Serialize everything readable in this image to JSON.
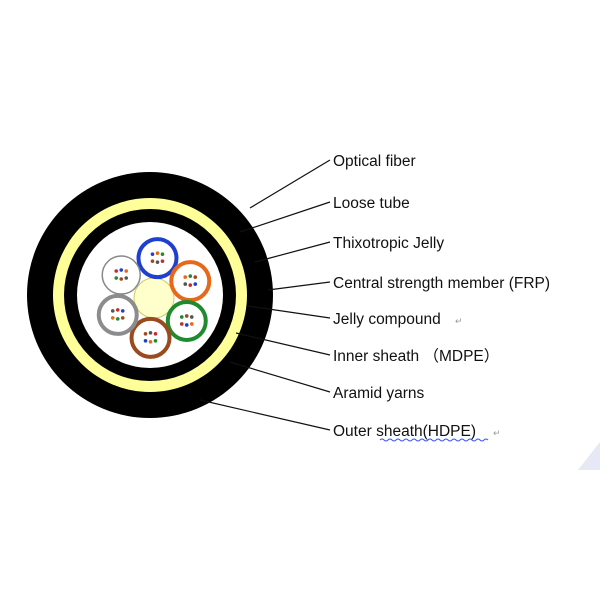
{
  "labels": {
    "optical_fiber": "Optical fiber",
    "loose_tube": "Loose tube",
    "thixotropic_jelly": "Thixotropic Jelly",
    "central_strength_member": "Central strength member (FRP)",
    "jelly_compound": "Jelly compound",
    "inner_sheath": "Inner sheath （MDPE）",
    "aramid_yarns": "Aramid yarns",
    "outer_sheath_prefix": "Outer ",
    "outer_sheath_underlined": "sheath(HDPE",
    "outer_sheath_suffix": ")"
  },
  "colors": {
    "sheath": "#000000",
    "aramid": "#ffff99",
    "jelly_fill": "#ffffff",
    "frp": "#ffffcc",
    "tube_blue": "#1f3fd0",
    "tube_orange": "#e8681a",
    "tube_green": "#1f8a2e",
    "tube_brown": "#9a4a1e",
    "tube_gray": "#8c8c8c",
    "tube_white": "#e8e8e8",
    "spellcheck": "#3355ff"
  },
  "tube_colors": [
    "tube_blue",
    "tube_orange",
    "tube_green",
    "tube_brown",
    "tube_gray",
    "tube_white"
  ]
}
